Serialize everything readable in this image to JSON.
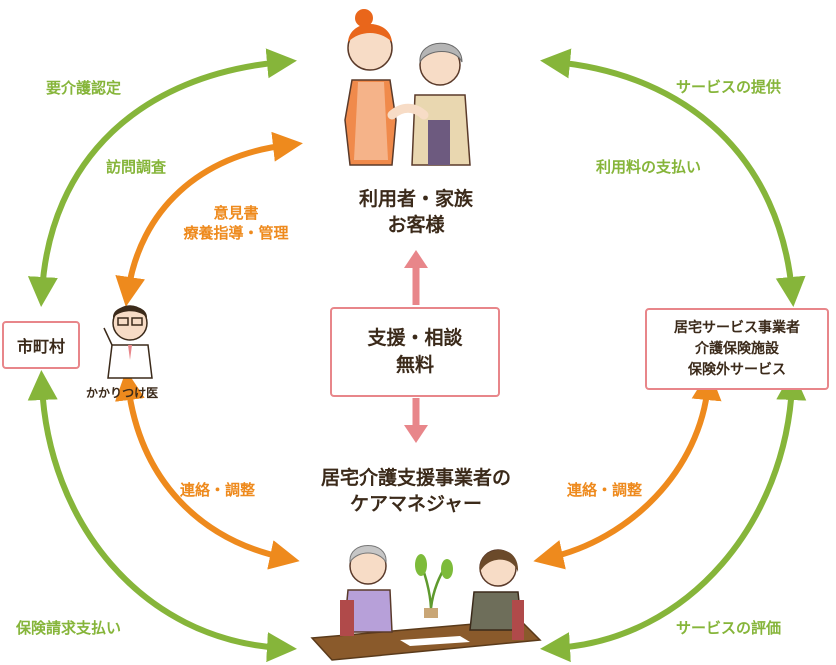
{
  "center": {
    "top_heading": [
      "利用者・家族",
      "お客様"
    ],
    "middle_box": [
      "支援・相談",
      "無料"
    ],
    "bottom_heading": [
      "居宅介護支援事業者の",
      "ケアマネジャー"
    ]
  },
  "left": {
    "municipality": "市町村",
    "doctor": "かかりつけ医"
  },
  "right": {
    "providers": [
      "居宅サービス事業者",
      "介護保険施設",
      "保険外サービス"
    ]
  },
  "arrow_labels": {
    "care_certification": "要介護認定",
    "home_visit_survey": "訪問調査",
    "opinion": "意見書",
    "medical_guidance": "療養指導・管理",
    "coordination_left": "連絡・調整",
    "insurance_claim": "保険請求支払い",
    "service_provision": "サービスの提供",
    "fee_payment": "利用料の支払い",
    "coordination_right": "連絡・調整",
    "service_evaluation": "サービスの評価"
  },
  "colors": {
    "green": "#86b53a",
    "orange": "#ee8a1d",
    "pink": "#e8868a",
    "text": "#3b2a1a"
  }
}
